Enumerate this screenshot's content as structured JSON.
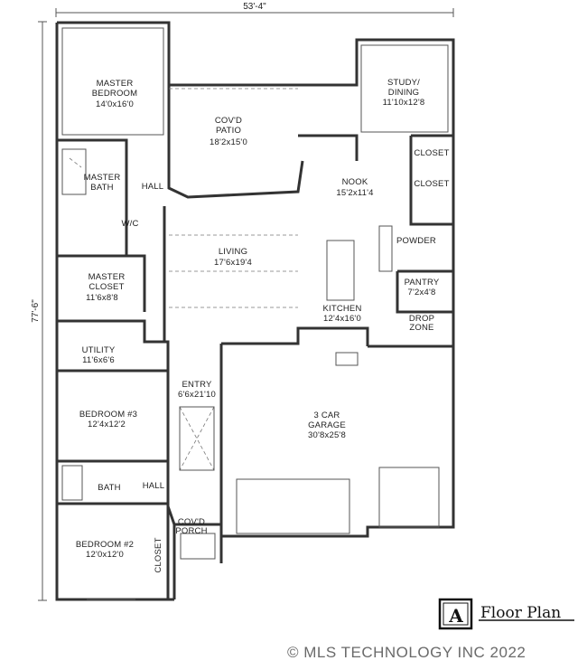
{
  "dimensions": {
    "width": "53'-4\"",
    "height": "77'-6\""
  },
  "rooms": [
    {
      "id": "master-bedroom",
      "name": "MASTER\nBEDROOM",
      "size": "14'0x16'0"
    },
    {
      "id": "covd-patio",
      "name": "COV'D\nPATIO",
      "size": "18'2x15'0"
    },
    {
      "id": "study-dining",
      "name": "STUDY/\nDINING",
      "size": "11'10x12'8"
    },
    {
      "id": "closet-1",
      "name": "CLOSET",
      "size": ""
    },
    {
      "id": "closet-2",
      "name": "CLOSET",
      "size": ""
    },
    {
      "id": "nook",
      "name": "NOOK",
      "size": "15'2x11'4"
    },
    {
      "id": "master-bath",
      "name": "MASTER\nBATH",
      "size": ""
    },
    {
      "id": "hall-1",
      "name": "HALL",
      "size": ""
    },
    {
      "id": "wc",
      "name": "W/C",
      "size": ""
    },
    {
      "id": "living",
      "name": "LIVING",
      "size": "17'6x19'4"
    },
    {
      "id": "powder",
      "name": "POWDER",
      "size": ""
    },
    {
      "id": "pantry",
      "name": "PANTRY",
      "size": "7'2x4'8"
    },
    {
      "id": "master-closet",
      "name": "MASTER\nCLOSET",
      "size": "11'6x8'8"
    },
    {
      "id": "kitchen",
      "name": "KITCHEN",
      "size": "12'4x16'0"
    },
    {
      "id": "drop-zone",
      "name": "DROP\nZONE",
      "size": ""
    },
    {
      "id": "utility",
      "name": "UTILITY",
      "size": "11'6x6'6"
    },
    {
      "id": "entry",
      "name": "ENTRY",
      "size": "6'6x21'10"
    },
    {
      "id": "bedroom-3",
      "name": "BEDROOM #3",
      "size": "12'4x12'2"
    },
    {
      "id": "garage",
      "name": "3 CAR\nGARAGE",
      "size": "30'8x25'8"
    },
    {
      "id": "bath",
      "name": "BATH",
      "size": ""
    },
    {
      "id": "hall-2",
      "name": "HALL",
      "size": ""
    },
    {
      "id": "covd-porch",
      "name": "COV'D\nPORCH",
      "size": ""
    },
    {
      "id": "bedroom-2",
      "name": "BEDROOM #2",
      "size": "12'0x12'0"
    },
    {
      "id": "closet-3",
      "name": "CLOSET",
      "size": ""
    }
  ],
  "legend": {
    "badge": "A",
    "title": "Floor Plan"
  },
  "copyright": "© MLS TECHNOLOGY INC 2022",
  "colors": {
    "wall": "#333333",
    "text": "#222222",
    "copyright": "#6a6a6a"
  }
}
